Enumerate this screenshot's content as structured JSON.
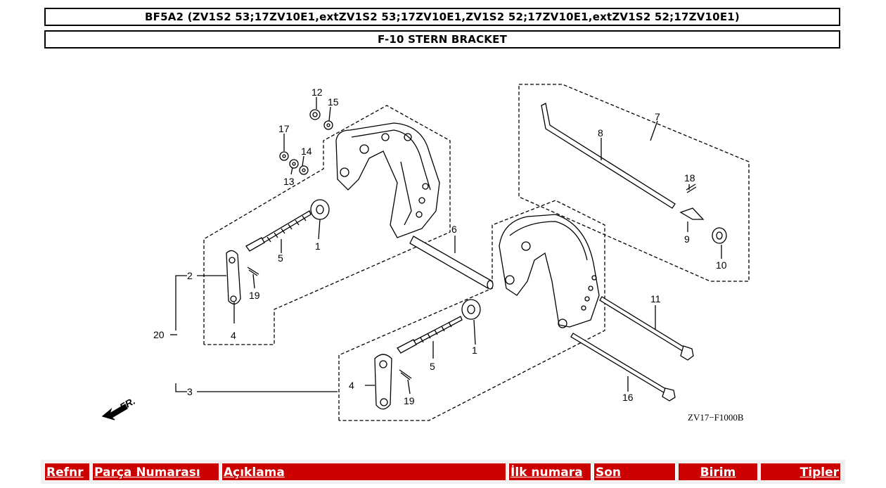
{
  "header": {
    "model": "BF5A2 (ZV1S2 53;17ZV10E1,extZV1S2 53;17ZV10E1,ZV1S2 52;17ZV10E1,extZV1S2 52;17ZV10E1)",
    "section": "F-10 STERN BRACKET"
  },
  "diagram": {
    "code": "ZV17−F1000B",
    "direction": "FR.",
    "callouts": {
      "c1a": "1",
      "c1b": "1",
      "c2": "2",
      "c3": "3",
      "c4a": "4",
      "c4b": "4",
      "c5a": "5",
      "c5b": "5",
      "c6": "6",
      "c7": "7",
      "c8": "8",
      "c9": "9",
      "c10": "10",
      "c11": "11",
      "c12": "12",
      "c13": "13",
      "c14": "14",
      "c15": "15",
      "c16": "16",
      "c17": "17",
      "c18": "18",
      "c19a": "19",
      "c19b": "19",
      "c20": "20"
    }
  },
  "table": {
    "columns": [
      "Refnr",
      "Parça Numarası",
      "Açıklama",
      "İlk numara",
      "Son",
      "Birim",
      "Tipler"
    ]
  },
  "colors": {
    "header_bg": "#cc0000",
    "header_text": "#ffffff"
  }
}
